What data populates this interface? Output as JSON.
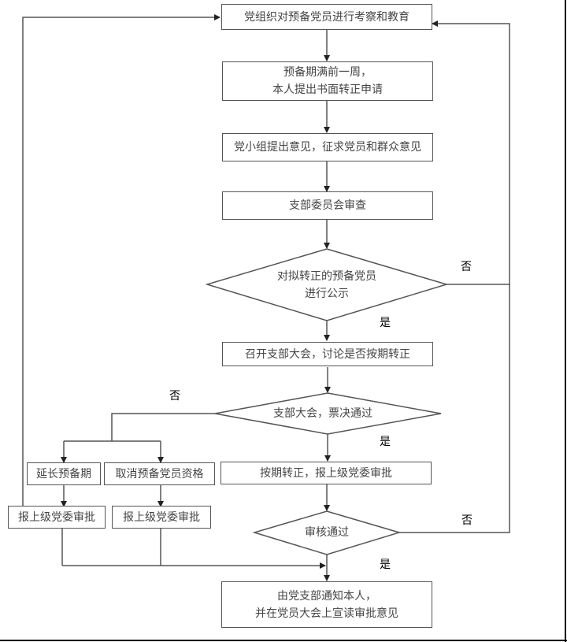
{
  "flowchart": {
    "nodes": {
      "educate": {
        "lines": [
          "党组织对预备党员进行考察和教育"
        ]
      },
      "apply": {
        "lines": [
          "预备期满前一周，",
          "本人提出书面转正申请"
        ]
      },
      "group_opinion": {
        "lines": [
          "党小组提出意见，征求党员和群众意见"
        ]
      },
      "committee_review": {
        "lines": [
          "支部委员会审查"
        ]
      },
      "publicity": {
        "lines": [
          "对拟转正的预备党员",
          "进行公示"
        ]
      },
      "meeting": {
        "lines": [
          "召开支部大会，讨论是否按期转正"
        ]
      },
      "vote": {
        "lines": [
          "支部大会，票决通过"
        ]
      },
      "extend": {
        "lines": [
          "延长预备期"
        ]
      },
      "cancel": {
        "lines": [
          "取消预备党员资格"
        ]
      },
      "on_time": {
        "lines": [
          "按期转正，报上级党委审批"
        ]
      },
      "report_extend": {
        "lines": [
          "报上级党委审批"
        ]
      },
      "report_cancel": {
        "lines": [
          "报上级党委审批"
        ]
      },
      "approval": {
        "lines": [
          "审核通过"
        ]
      },
      "notify": {
        "lines": [
          "由党支部通知本人，",
          "并在党员大会上宣读审批意见"
        ]
      }
    },
    "edge_labels": {
      "publicity_no": "否",
      "publicity_yes": "是",
      "vote_no": "否",
      "vote_yes": "是",
      "approval_no": "否",
      "approval_yes": "是"
    },
    "colors": {
      "line": "#444444",
      "text": "#444444",
      "label": "#000000"
    }
  }
}
